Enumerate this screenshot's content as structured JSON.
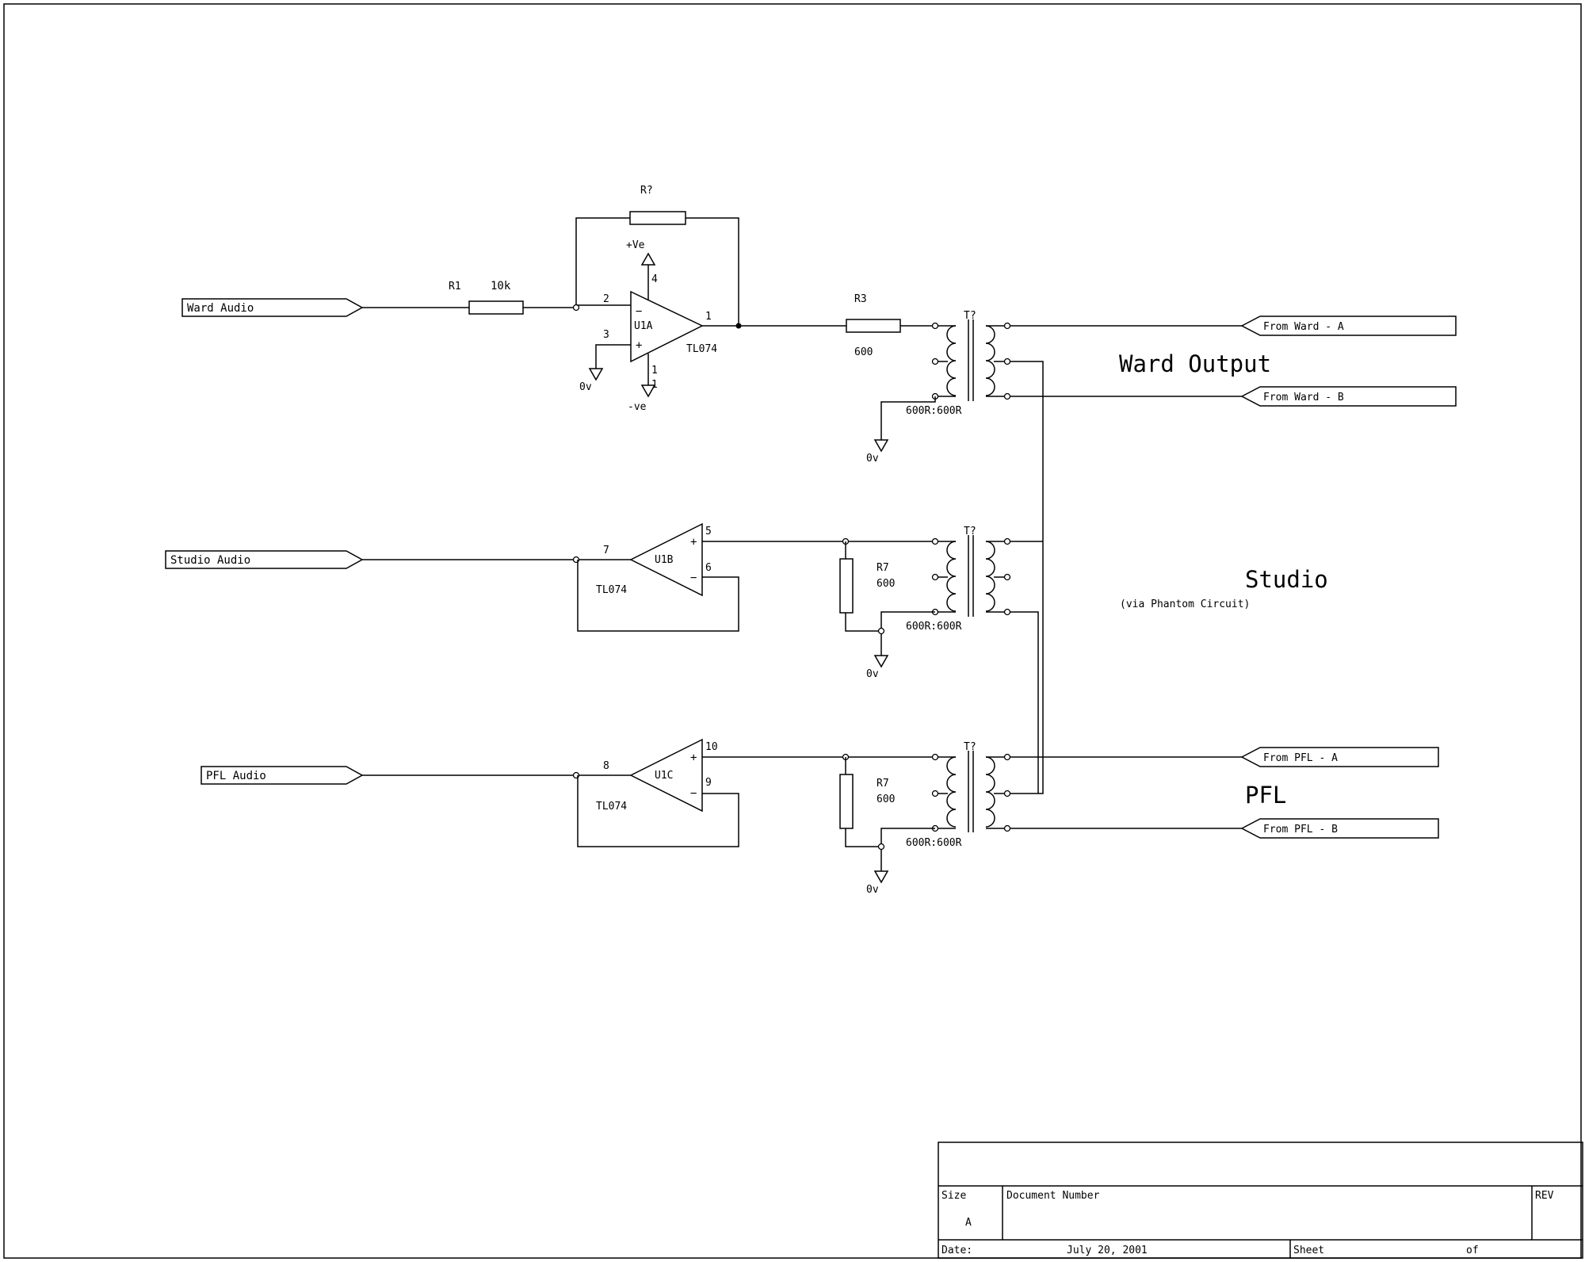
{
  "ports": {
    "ward_audio": "Ward Audio",
    "studio_audio": "Studio Audio",
    "pfl_audio": "PFL Audio",
    "from_ward_a": "From Ward - A",
    "from_ward_b": "From Ward - B",
    "from_pfl_a": "From PFL - A",
    "from_pfl_b": "From PFL - B"
  },
  "sections": {
    "ward_output": "Ward Output",
    "studio": "Studio",
    "studio_note": "(via Phantom Circuit)",
    "pfl": "PFL"
  },
  "components": {
    "r_feedback": "R?",
    "r1_ref": "R1",
    "r1_value": "10k",
    "r3_ref": "R3",
    "r3_value": "600",
    "r7_studio_ref": "R7",
    "r7_studio_value": "600",
    "r7_pfl_ref": "R7",
    "r7_pfl_value": "600",
    "u1a": "U1A",
    "u1b": "U1B",
    "u1c": "U1C",
    "tl074_a": "TL074",
    "tl074_b": "TL074",
    "tl074_c": "TL074",
    "t_ward": "T?",
    "t_studio": "T?",
    "t_pfl": "T?",
    "ratio_ward": "600R:600R",
    "ratio_studio": "600R:600R",
    "ratio_pfl": "600R:600R"
  },
  "pins": {
    "a_minus_pin": "2",
    "a_plus_pin": "3",
    "a_out_pin": "1",
    "a_vplus_pin": "4",
    "a_vminus_pin_1": "1",
    "a_vminus_pin_2": "1",
    "b_in_pin": "7",
    "b_plus_pin": "5",
    "b_minus_pin": "6",
    "c_in_pin": "8",
    "c_plus_pin": "10",
    "c_minus_pin": "9",
    "minus_sign": "−",
    "plus_sign": "+"
  },
  "power": {
    "vplus": "+Ve",
    "vminus": "-ve",
    "ground_a": "0v",
    "ground_ward": "0v",
    "ground_studio": "0v",
    "ground_pfl": "0v"
  },
  "title_block": {
    "size_label": "Size",
    "size_value": "A",
    "doc_number_label": "Document Number",
    "rev_label": "REV",
    "date_label": "Date:",
    "date_value": "July 20, 2001",
    "sheet_label": "Sheet",
    "of_label": "of"
  }
}
